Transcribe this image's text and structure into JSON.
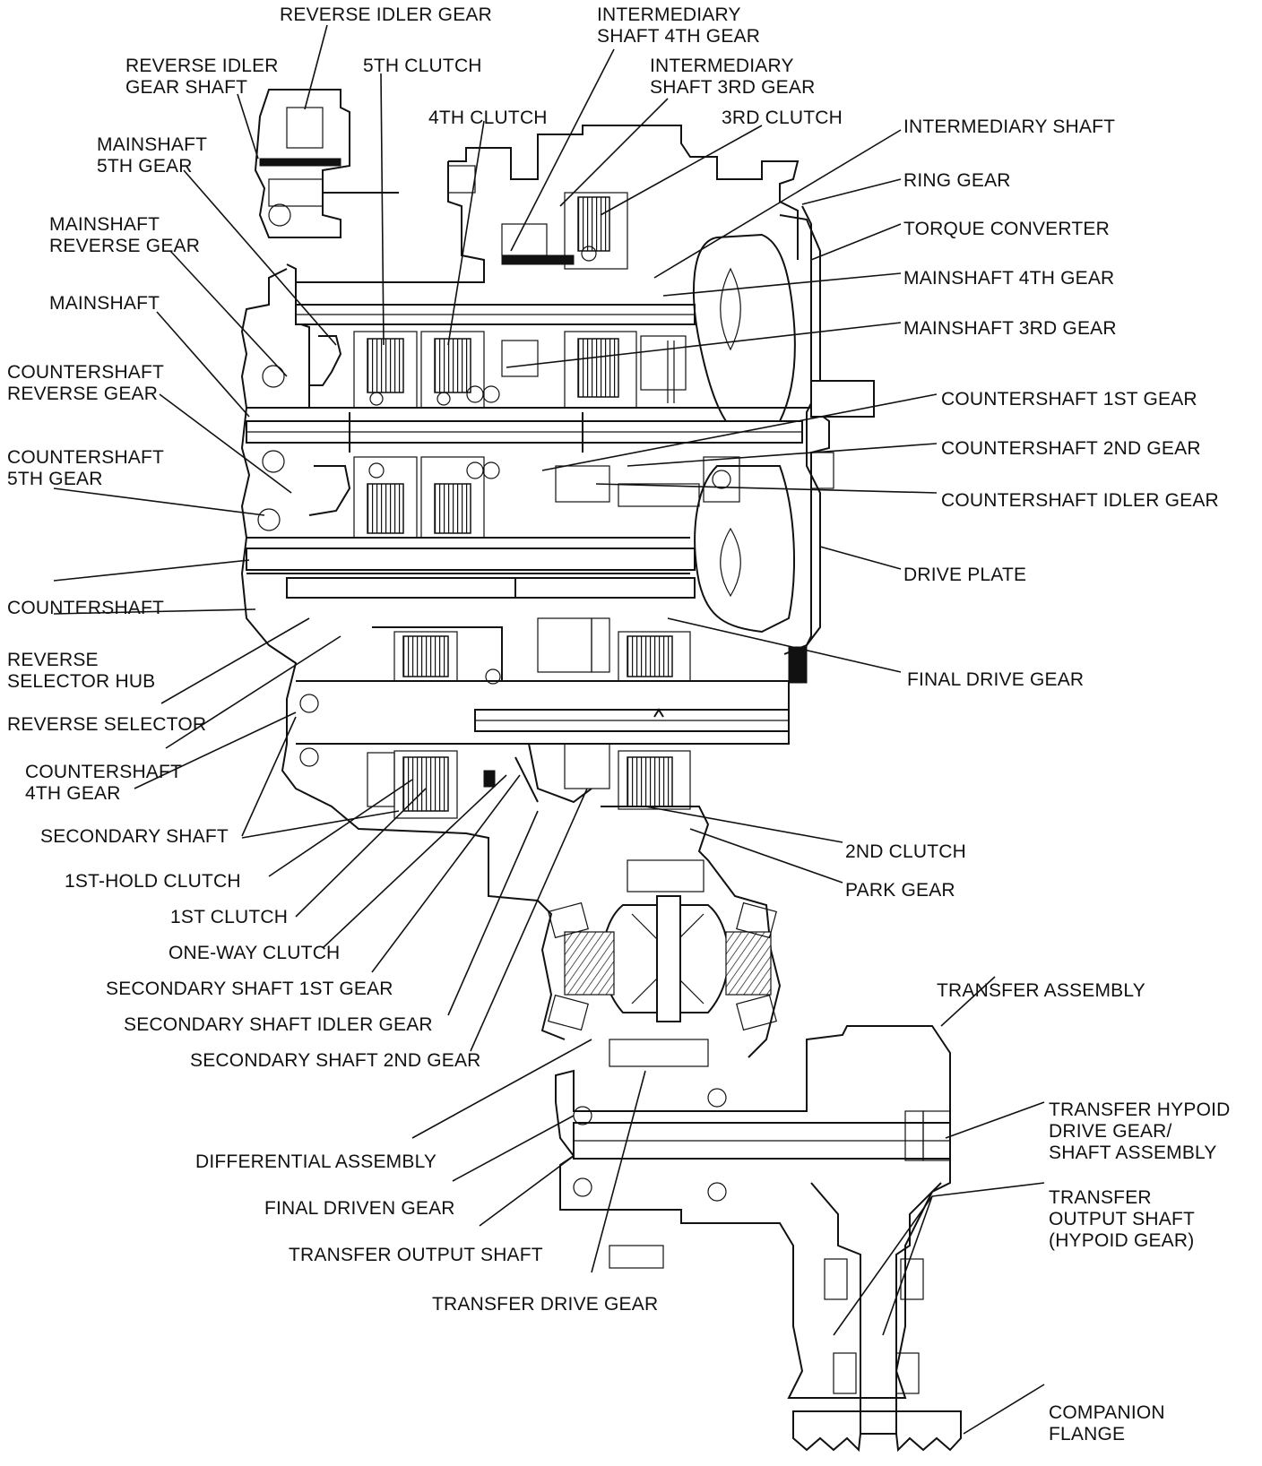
{
  "labels": {
    "reverse_idler_gear": "REVERSE IDLER GEAR",
    "intermediary_shaft_4th_gear": [
      "INTERMEDIARY",
      "SHAFT 4TH GEAR"
    ],
    "reverse_idler_gear_shaft": [
      "REVERSE IDLER",
      "GEAR SHAFT"
    ],
    "fifth_clutch": "5TH CLUTCH",
    "intermediary_shaft_3rd_gear": [
      "INTERMEDIARY",
      "SHAFT 3RD GEAR"
    ],
    "fourth_clutch": "4TH CLUTCH",
    "third_clutch": "3RD CLUTCH",
    "mainshaft_5th_gear": [
      "MAINSHAFT",
      "5TH GEAR"
    ],
    "intermediary_shaft": "INTERMEDIARY SHAFT",
    "ring_gear": "RING GEAR",
    "mainshaft_reverse_gear": [
      "MAINSHAFT",
      "REVERSE GEAR"
    ],
    "torque_converter": "TORQUE CONVERTER",
    "mainshaft_4th_gear": "MAINSHAFT 4TH GEAR",
    "mainshaft": "MAINSHAFT",
    "mainshaft_3rd_gear": "MAINSHAFT 3RD GEAR",
    "countershaft_reverse_gear": [
      "COUNTERSHAFT",
      "REVERSE GEAR"
    ],
    "countershaft_1st_gear": "COUNTERSHAFT 1ST GEAR",
    "countershaft_5th_gear": [
      "COUNTERSHAFT",
      "5TH GEAR"
    ],
    "countershaft_2nd_gear": "COUNTERSHAFT 2ND GEAR",
    "countershaft_idler_gear": "COUNTERSHAFT IDLER GEAR",
    "drive_plate": "DRIVE PLATE",
    "countershaft": "COUNTERSHAFT",
    "reverse_selector_hub": [
      "REVERSE",
      "SELECTOR HUB"
    ],
    "final_drive_gear": "FINAL DRIVE GEAR",
    "reverse_selector": "REVERSE SELECTOR",
    "countershaft_4th_gear": [
      "COUNTERSHAFT",
      "4TH GEAR"
    ],
    "secondary_shaft": "SECONDARY SHAFT",
    "second_clutch": "2ND CLUTCH",
    "first_hold_clutch": "1ST-HOLD CLUTCH",
    "park_gear": "PARK GEAR",
    "first_clutch": "1ST CLUTCH",
    "one_way_clutch": "ONE-WAY CLUTCH",
    "secondary_shaft_1st_gear": "SECONDARY SHAFT 1ST GEAR",
    "transfer_assembly": "TRANSFER ASSEMBLY",
    "secondary_shaft_idler_gear": "SECONDARY SHAFT IDLER GEAR",
    "secondary_shaft_2nd_gear": "SECONDARY SHAFT 2ND GEAR",
    "transfer_hypoid_drive_gear": [
      "TRANSFER HYPOID",
      "DRIVE GEAR/",
      "SHAFT ASSEMBLY"
    ],
    "differential_assembly": "DIFFERENTIAL ASSEMBLY",
    "transfer_output_shaft_hypoid": [
      "TRANSFER",
      "OUTPUT SHAFT",
      "(HYPOID GEAR)"
    ],
    "final_driven_gear": "FINAL DRIVEN GEAR",
    "transfer_output_shaft": "TRANSFER OUTPUT SHAFT",
    "transfer_drive_gear": "TRANSFER DRIVE GEAR",
    "companion_flange": [
      "COMPANION",
      "FLANGE"
    ]
  }
}
